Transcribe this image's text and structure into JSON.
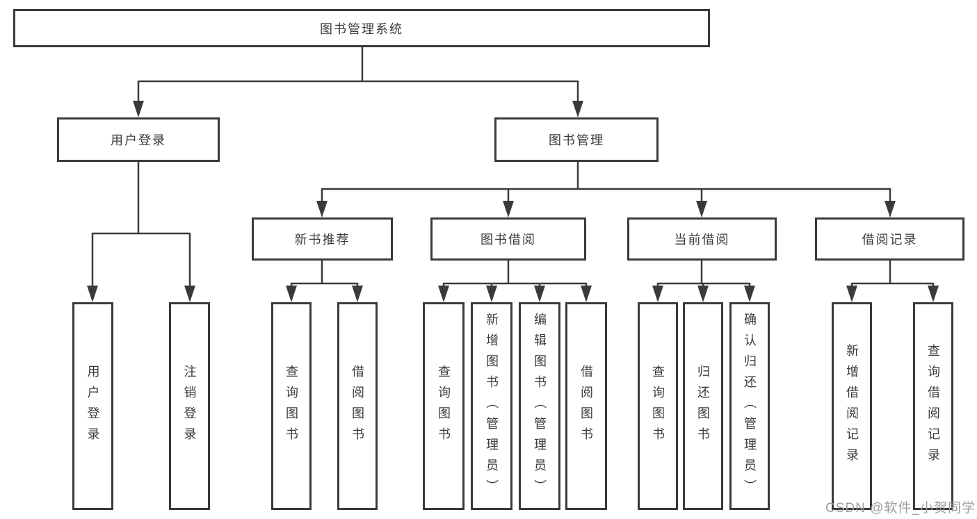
{
  "colors": {
    "line": "#3a3a3a",
    "box_border": "#3a3a3a",
    "text": "#3a3a3a",
    "background": "#ffffff",
    "watermark": "#9e9e9e"
  },
  "tree": {
    "root": "图书管理系统",
    "branches": [
      {
        "label": "用户登录",
        "leaves": [
          "用户登录",
          "注销登录"
        ]
      },
      {
        "label": "图书管理",
        "groups": [
          {
            "label": "新书推荐",
            "leaves": [
              "查询图书",
              "借阅图书"
            ]
          },
          {
            "label": "图书借阅",
            "leaves": [
              "查询图书",
              "新增图书（管理员）",
              "编辑图书（管理员）",
              "借阅图书"
            ]
          },
          {
            "label": "当前借阅",
            "leaves": [
              "查询图书",
              "归还图书",
              "确认归还（管理员）"
            ]
          },
          {
            "label": "借阅记录",
            "leaves": [
              "新增借阅记录",
              "查询借阅记录"
            ]
          }
        ]
      }
    ]
  },
  "watermark": {
    "text": "CSDN @软件_小贺同学"
  }
}
